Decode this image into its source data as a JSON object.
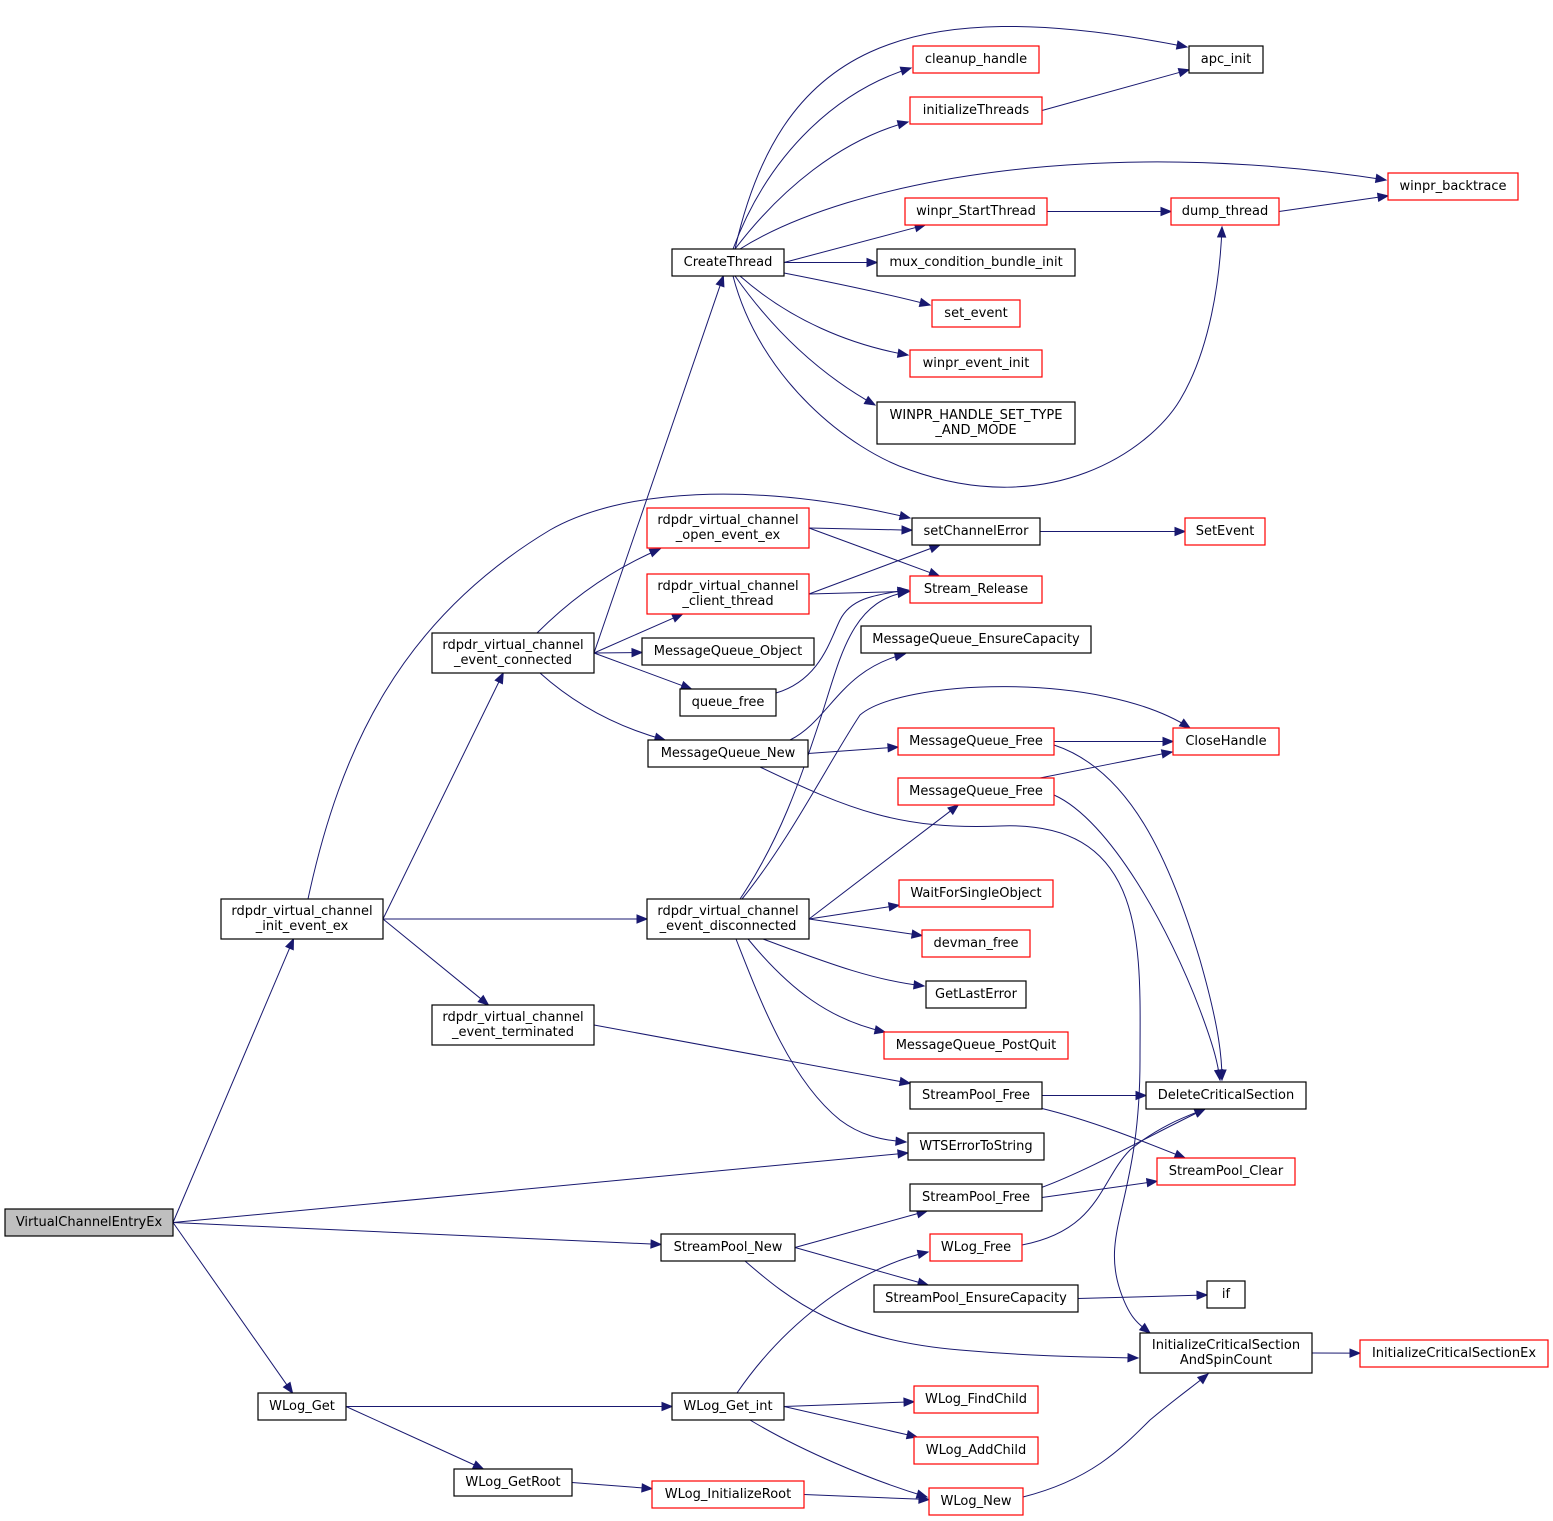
{
  "colors": {
    "edge": "#191970",
    "node_border": "#000000",
    "node_border_linked": "#ff0000",
    "root_fill": "#bfbfbf",
    "background": "#ffffff"
  },
  "nodes": {
    "VirtualChannelEntryEx": {
      "lines": [
        "VirtualChannelEntryEx"
      ],
      "style": "root"
    },
    "rdpdr_virtual_channel_init_event_ex": {
      "lines": [
        "rdpdr_virtual_channel",
        "_init_event_ex"
      ],
      "style": "black"
    },
    "rdpdr_virtual_channel_event_connected": {
      "lines": [
        "rdpdr_virtual_channel",
        "_event_connected"
      ],
      "style": "black"
    },
    "rdpdr_virtual_channel_event_terminated": {
      "lines": [
        "rdpdr_virtual_channel",
        "_event_terminated"
      ],
      "style": "black"
    },
    "rdpdr_virtual_channel_event_disconnected": {
      "lines": [
        "rdpdr_virtual_channel",
        "_event_disconnected"
      ],
      "style": "black"
    },
    "CreateThread": {
      "lines": [
        "CreateThread"
      ],
      "style": "black"
    },
    "rdpdr_virtual_channel_open_event_ex": {
      "lines": [
        "rdpdr_virtual_channel",
        "_open_event_ex"
      ],
      "style": "red"
    },
    "rdpdr_virtual_channel_client_thread": {
      "lines": [
        "rdpdr_virtual_channel",
        "_client_thread"
      ],
      "style": "red"
    },
    "MessageQueue_Object": {
      "lines": [
        "MessageQueue_Object"
      ],
      "style": "black"
    },
    "queue_free": {
      "lines": [
        "queue_free"
      ],
      "style": "black"
    },
    "MessageQueue_New": {
      "lines": [
        "MessageQueue_New"
      ],
      "style": "black"
    },
    "StreamPool_New": {
      "lines": [
        "StreamPool_New"
      ],
      "style": "black"
    },
    "WLog_Get": {
      "lines": [
        "WLog_Get"
      ],
      "style": "black"
    },
    "WLog_GetRoot": {
      "lines": [
        "WLog_GetRoot"
      ],
      "style": "black"
    },
    "WLog_Get_int": {
      "lines": [
        "WLog_Get_int"
      ],
      "style": "black"
    },
    "WLog_InitializeRoot": {
      "lines": [
        "WLog_InitializeRoot"
      ],
      "style": "red"
    },
    "cleanup_handle": {
      "lines": [
        "cleanup_handle"
      ],
      "style": "red"
    },
    "initializeThreads": {
      "lines": [
        "initializeThreads"
      ],
      "style": "red"
    },
    "winpr_StartThread": {
      "lines": [
        "winpr_StartThread"
      ],
      "style": "red"
    },
    "mux_condition_bundle_init": {
      "lines": [
        "mux_condition_bundle_init"
      ],
      "style": "black"
    },
    "set_event": {
      "lines": [
        "set_event"
      ],
      "style": "red"
    },
    "winpr_event_init": {
      "lines": [
        "winpr_event_init"
      ],
      "style": "red"
    },
    "WINPR_HANDLE_SET_TYPE_AND_MODE": {
      "lines": [
        "WINPR_HANDLE_SET_TYPE",
        "_AND_MODE"
      ],
      "style": "black"
    },
    "setChannelError": {
      "lines": [
        "setChannelError"
      ],
      "style": "black"
    },
    "Stream_Release": {
      "lines": [
        "Stream_Release"
      ],
      "style": "red"
    },
    "MessageQueue_EnsureCapacity": {
      "lines": [
        "MessageQueue_EnsureCapacity"
      ],
      "style": "black"
    },
    "MessageQueue_Free_1": {
      "lines": [
        "MessageQueue_Free"
      ],
      "style": "red"
    },
    "MessageQueue_Free_2": {
      "lines": [
        "MessageQueue_Free"
      ],
      "style": "red"
    },
    "WaitForSingleObject": {
      "lines": [
        "WaitForSingleObject"
      ],
      "style": "red"
    },
    "devman_free": {
      "lines": [
        "devman_free"
      ],
      "style": "red"
    },
    "GetLastError": {
      "lines": [
        "GetLastError"
      ],
      "style": "black"
    },
    "MessageQueue_PostQuit": {
      "lines": [
        "MessageQueue_PostQuit"
      ],
      "style": "red"
    },
    "StreamPool_Free_1": {
      "lines": [
        "StreamPool_Free"
      ],
      "style": "black"
    },
    "WTSErrorToString": {
      "lines": [
        "WTSErrorToString"
      ],
      "style": "black"
    },
    "StreamPool_Free_2": {
      "lines": [
        "StreamPool_Free"
      ],
      "style": "black"
    },
    "WLog_Free": {
      "lines": [
        "WLog_Free"
      ],
      "style": "red"
    },
    "StreamPool_EnsureCapacity": {
      "lines": [
        "StreamPool_EnsureCapacity"
      ],
      "style": "black"
    },
    "WLog_FindChild": {
      "lines": [
        "WLog_FindChild"
      ],
      "style": "red"
    },
    "WLog_AddChild": {
      "lines": [
        "WLog_AddChild"
      ],
      "style": "red"
    },
    "WLog_New": {
      "lines": [
        "WLog_New"
      ],
      "style": "red"
    },
    "apc_init": {
      "lines": [
        "apc_init"
      ],
      "style": "black"
    },
    "winpr_backtrace": {
      "lines": [
        "winpr_backtrace"
      ],
      "style": "red"
    },
    "dump_thread": {
      "lines": [
        "dump_thread"
      ],
      "style": "red"
    },
    "SetEvent": {
      "lines": [
        "SetEvent"
      ],
      "style": "red"
    },
    "CloseHandle": {
      "lines": [
        "CloseHandle"
      ],
      "style": "red"
    },
    "DeleteCriticalSection": {
      "lines": [
        "DeleteCriticalSection"
      ],
      "style": "black"
    },
    "StreamPool_Clear": {
      "lines": [
        "StreamPool_Clear"
      ],
      "style": "red"
    },
    "if": {
      "lines": [
        "if"
      ],
      "style": "black"
    },
    "InitializeCriticalSectionAndSpinCount": {
      "lines": [
        "InitializeCriticalSection",
        "AndSpinCount"
      ],
      "style": "black"
    },
    "InitializeCriticalSectionEx": {
      "lines": [
        "InitializeCriticalSectionEx"
      ],
      "style": "red"
    }
  },
  "edges": [
    [
      "VirtualChannelEntryEx",
      "rdpdr_virtual_channel_init_event_ex"
    ],
    [
      "VirtualChannelEntryEx",
      "WTSErrorToString"
    ],
    [
      "VirtualChannelEntryEx",
      "StreamPool_New"
    ],
    [
      "VirtualChannelEntryEx",
      "WLog_Get"
    ],
    [
      "rdpdr_virtual_channel_init_event_ex",
      "rdpdr_virtual_channel_event_connected"
    ],
    [
      "rdpdr_virtual_channel_init_event_ex",
      "rdpdr_virtual_channel_event_disconnected"
    ],
    [
      "rdpdr_virtual_channel_init_event_ex",
      "rdpdr_virtual_channel_event_terminated"
    ],
    [
      "rdpdr_virtual_channel_init_event_ex",
      "setChannelError"
    ],
    [
      "rdpdr_virtual_channel_event_connected",
      "CreateThread"
    ],
    [
      "rdpdr_virtual_channel_event_connected",
      "rdpdr_virtual_channel_open_event_ex"
    ],
    [
      "rdpdr_virtual_channel_event_connected",
      "rdpdr_virtual_channel_client_thread"
    ],
    [
      "rdpdr_virtual_channel_event_connected",
      "MessageQueue_Object"
    ],
    [
      "rdpdr_virtual_channel_event_connected",
      "queue_free"
    ],
    [
      "rdpdr_virtual_channel_event_connected",
      "MessageQueue_New"
    ],
    [
      "CreateThread",
      "apc_init"
    ],
    [
      "CreateThread",
      "cleanup_handle"
    ],
    [
      "CreateThread",
      "initializeThreads"
    ],
    [
      "CreateThread",
      "winpr_backtrace"
    ],
    [
      "CreateThread",
      "winpr_StartThread"
    ],
    [
      "CreateThread",
      "mux_condition_bundle_init"
    ],
    [
      "CreateThread",
      "set_event"
    ],
    [
      "CreateThread",
      "winpr_event_init"
    ],
    [
      "CreateThread",
      "WINPR_HANDLE_SET_TYPE_AND_MODE"
    ],
    [
      "CreateThread",
      "dump_thread"
    ],
    [
      "initializeThreads",
      "apc_init"
    ],
    [
      "winpr_StartThread",
      "dump_thread"
    ],
    [
      "dump_thread",
      "winpr_backtrace"
    ],
    [
      "rdpdr_virtual_channel_open_event_ex",
      "setChannelError"
    ],
    [
      "rdpdr_virtual_channel_open_event_ex",
      "Stream_Release"
    ],
    [
      "rdpdr_virtual_channel_client_thread",
      "setChannelError"
    ],
    [
      "rdpdr_virtual_channel_client_thread",
      "Stream_Release"
    ],
    [
      "setChannelError",
      "SetEvent"
    ],
    [
      "queue_free",
      "Stream_Release"
    ],
    [
      "MessageQueue_New",
      "MessageQueue_EnsureCapacity"
    ],
    [
      "MessageQueue_New",
      "MessageQueue_Free_1"
    ],
    [
      "MessageQueue_New",
      "InitializeCriticalSectionAndSpinCount"
    ],
    [
      "MessageQueue_Free_1",
      "CloseHandle"
    ],
    [
      "MessageQueue_Free_1",
      "DeleteCriticalSection"
    ],
    [
      "MessageQueue_Free_2",
      "CloseHandle"
    ],
    [
      "MessageQueue_Free_2",
      "DeleteCriticalSection"
    ],
    [
      "rdpdr_virtual_channel_event_disconnected",
      "Stream_Release"
    ],
    [
      "rdpdr_virtual_channel_event_disconnected",
      "CloseHandle"
    ],
    [
      "rdpdr_virtual_channel_event_disconnected",
      "MessageQueue_Free_2"
    ],
    [
      "rdpdr_virtual_channel_event_disconnected",
      "WaitForSingleObject"
    ],
    [
      "rdpdr_virtual_channel_event_disconnected",
      "devman_free"
    ],
    [
      "rdpdr_virtual_channel_event_disconnected",
      "GetLastError"
    ],
    [
      "rdpdr_virtual_channel_event_disconnected",
      "MessageQueue_PostQuit"
    ],
    [
      "rdpdr_virtual_channel_event_disconnected",
      "WTSErrorToString"
    ],
    [
      "rdpdr_virtual_channel_event_terminated",
      "StreamPool_Free_1"
    ],
    [
      "StreamPool_Free_1",
      "DeleteCriticalSection"
    ],
    [
      "StreamPool_Free_1",
      "StreamPool_Clear"
    ],
    [
      "StreamPool_New",
      "StreamPool_Free_2"
    ],
    [
      "StreamPool_New",
      "StreamPool_EnsureCapacity"
    ],
    [
      "StreamPool_New",
      "InitializeCriticalSectionAndSpinCount"
    ],
    [
      "StreamPool_Free_2",
      "StreamPool_Clear"
    ],
    [
      "StreamPool_Free_2",
      "DeleteCriticalSection"
    ],
    [
      "StreamPool_EnsureCapacity",
      "if"
    ],
    [
      "InitializeCriticalSectionAndSpinCount",
      "InitializeCriticalSectionEx"
    ],
    [
      "WLog_Get",
      "WLog_Get_int"
    ],
    [
      "WLog_Get",
      "WLog_GetRoot"
    ],
    [
      "WLog_GetRoot",
      "WLog_InitializeRoot"
    ],
    [
      "WLog_InitializeRoot",
      "WLog_New"
    ],
    [
      "WLog_Get_int",
      "WLog_Free"
    ],
    [
      "WLog_Get_int",
      "WLog_FindChild"
    ],
    [
      "WLog_Get_int",
      "WLog_AddChild"
    ],
    [
      "WLog_Get_int",
      "WLog_New"
    ],
    [
      "WLog_Free",
      "DeleteCriticalSection"
    ],
    [
      "WLog_New",
      "InitializeCriticalSectionAndSpinCount"
    ]
  ]
}
